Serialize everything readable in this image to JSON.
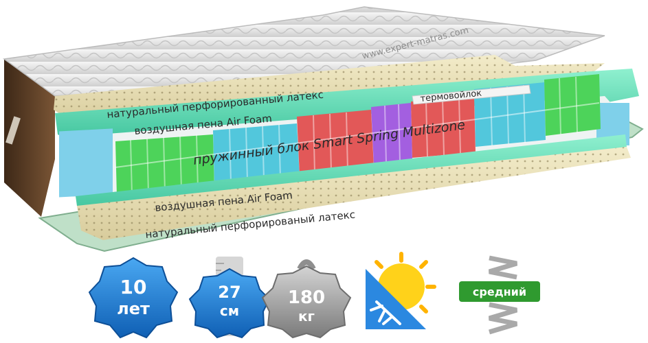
{
  "cover": {
    "brand_text": "www.expert-matras.com"
  },
  "layers": {
    "latex_top": "натуральный перфорированный латекс",
    "foam_top": "воздушная пена Air Foam",
    "thermofelt": "термовойлок",
    "spring_block": "пружинный блок Smart Spring Multizone",
    "foam_bottom": "воздушная пена Air Foam",
    "latex_bottom": "натуральный перфорированый латекс"
  },
  "badges": {
    "warranty": {
      "value": "10",
      "unit": "лет"
    },
    "height": {
      "value": "27",
      "unit": "см"
    },
    "weight": {
      "value": "180",
      "unit": "кг"
    },
    "season": {
      "icon": "sun-snowflake-icon"
    },
    "firmness": {
      "label": "средний",
      "icon": "spring-icon"
    }
  },
  "colors": {
    "latex": "#e8dfb8",
    "foam": "#62d8b6",
    "cover": "#e9e9e9",
    "side_fabric": "#6b4a2e",
    "spring_green": "#4dd35a",
    "spring_blue": "#52c7dc",
    "spring_red": "#e25858",
    "spring_purple": "#a35fe0",
    "badge_blue": "#1b7fd8",
    "badge_grey": "#9b9b9b",
    "firmness_green": "#2f9a2f",
    "sun_yellow": "#ffd21a",
    "snow_blue": "#2b88e0"
  }
}
